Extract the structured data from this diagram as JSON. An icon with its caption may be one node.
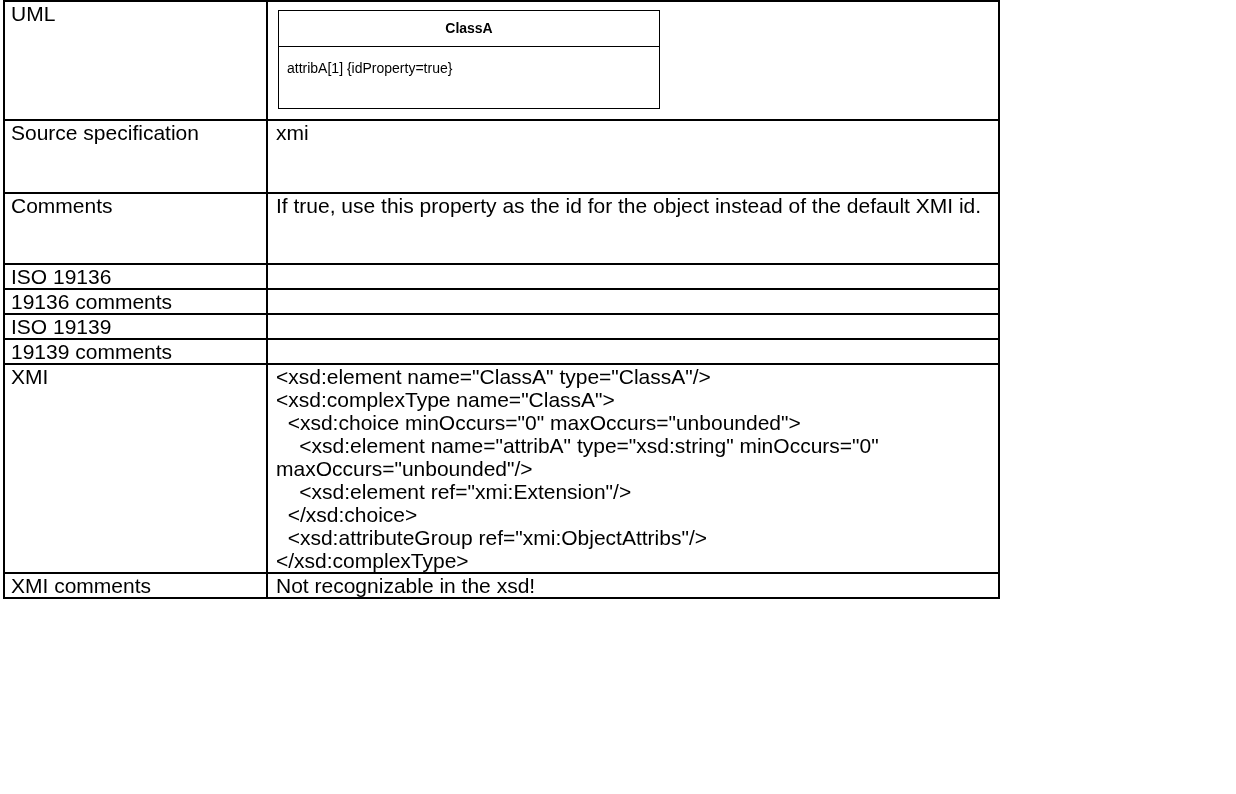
{
  "diagram": {
    "nodes": [
      {
        "text": [
          "ClassA",
          "attribA[1] {idProperty=true}"
        ]
      }
    ],
    "labels": [
      "UML",
      "Source specification",
      "xmi",
      "Comments",
      "If true, use this property as the id for the object instead of the default XMI id.",
      "ISO 19136",
      "19136 comments",
      "ISO 19139",
      "19139 comments",
      "XMI",
      "<xsd:element name=\"ClassA\" type=\"ClassA\"/>",
      "<xsd:complexType name=\"ClassA\">",
      "  <xsd:choice minOccurs=\"0\" maxOccurs=\"unbounded\">",
      "    <xsd:element name=\"attribA\" type=\"xsd:string\" minOccurs=\"0\" maxOccurs=\"unbounded\"/>",
      "    <xsd:element ref=\"xmi:Extension\"/>",
      "  </xsd:choice>",
      "  <xsd:attributeGroup ref=\"xmi:ObjectAttribs\"/>",
      "</xsd:complexType>",
      "XMI comments",
      "Not recognizable in the xsd!"
    ]
  }
}
